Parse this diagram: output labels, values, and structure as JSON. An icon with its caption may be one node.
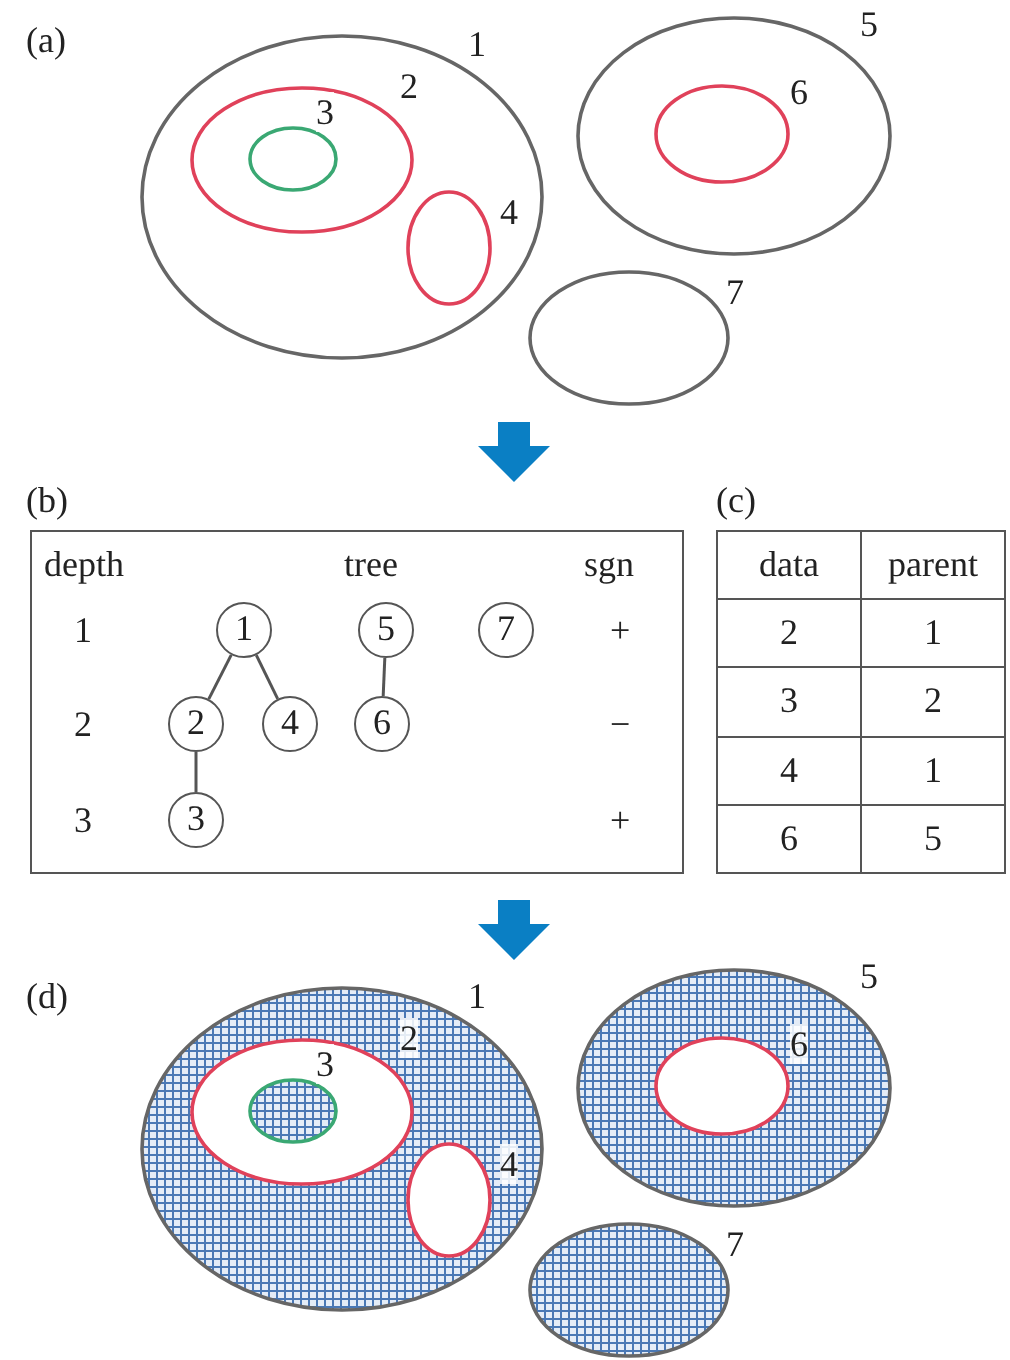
{
  "diagram": {
    "nodes": [
      {
        "text": [],
        "shape": "ellipse",
        "beside": [
          "1"
        ]
      },
      {
        "text": [],
        "shape": "ellipse",
        "in": 0,
        "beside": [
          "2"
        ]
      },
      {
        "text": [],
        "shape": "ellipse",
        "in": 1,
        "beside": [
          "3"
        ]
      },
      {
        "text": [],
        "shape": "ellipse",
        "in": 0,
        "beside": [
          "4"
        ]
      },
      {
        "text": [],
        "shape": "ellipse",
        "beside": [
          "5"
        ]
      },
      {
        "text": [],
        "shape": "ellipse",
        "in": 4,
        "beside": [
          "6"
        ]
      },
      {
        "text": [],
        "shape": "ellipse",
        "beside": [
          "7"
        ]
      },
      {
        "text": [
          "(b)"
        ]
      },
      {
        "text": [
          "1"
        ],
        "in": 7
      },
      {
        "text": [
          "5"
        ],
        "in": 7
      },
      {
        "text": [
          "7"
        ],
        "in": 7
      },
      {
        "text": [
          "2"
        ],
        "in": 7
      },
      {
        "text": [
          "4"
        ],
        "in": 7
      },
      {
        "text": [
          "6"
        ],
        "in": 7
      },
      {
        "text": [
          "3"
        ],
        "in": 7
      },
      {
        "text": [
          "(c)"
        ]
      },
      {
        "text": [],
        "shape": "ellipse",
        "beside": [
          "1"
        ]
      },
      {
        "text": [],
        "shape": "ellipse",
        "in": 16,
        "beside": [
          "2"
        ]
      },
      {
        "text": [],
        "shape": "ellipse",
        "in": 17,
        "beside": [
          "3"
        ]
      },
      {
        "text": [],
        "shape": "ellipse",
        "in": 16,
        "beside": [
          "4"
        ]
      },
      {
        "text": [],
        "shape": "ellipse",
        "beside": [
          "5"
        ]
      },
      {
        "text": [],
        "shape": "ellipse",
        "in": 20,
        "beside": [
          "6"
        ]
      },
      {
        "text": [],
        "shape": "ellipse",
        "beside": [
          "7"
        ]
      }
    ],
    "edges": [
      {
        "from": 8,
        "to": 11,
        "arrow": "none"
      },
      {
        "from": 8,
        "to": 12,
        "arrow": "none"
      },
      {
        "from": 11,
        "to": 14,
        "arrow": "none"
      },
      {
        "from": 9,
        "to": 13,
        "arrow": "none"
      }
    ],
    "labels": [
      "(a)",
      "depth",
      "tree",
      "sgn",
      "1",
      "+",
      "2",
      "−",
      "3",
      "+",
      "data",
      "parent",
      "2",
      "1",
      "3",
      "2",
      "4",
      "1",
      "6",
      "5",
      "(d)"
    ]
  }
}
